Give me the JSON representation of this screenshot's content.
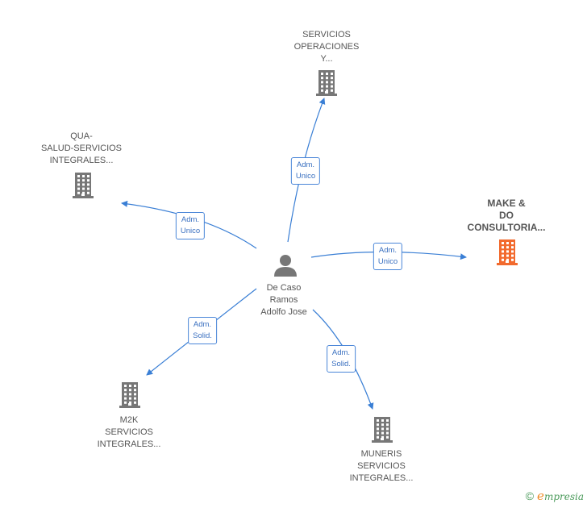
{
  "center": {
    "icon": "person-icon",
    "name_lines": [
      "De Caso",
      "Ramos",
      "Adolfo Jose"
    ]
  },
  "companies": [
    {
      "id": "servicios-operaciones",
      "icon": "building-icon",
      "color": "#777777",
      "highlight": false,
      "name_lines": [
        "SERVICIOS",
        "OPERACIONES",
        "Y..."
      ]
    },
    {
      "id": "qua-salud",
      "icon": "building-icon",
      "color": "#777777",
      "highlight": false,
      "name_lines": [
        "QUA-",
        "SALUD-SERVICIOS",
        "INTEGRALES..."
      ]
    },
    {
      "id": "make-do",
      "icon": "building-icon",
      "color": "#f26a2e",
      "highlight": true,
      "name_lines": [
        "MAKE &",
        "DO",
        "CONSULTORIA..."
      ]
    },
    {
      "id": "m2k",
      "icon": "building-icon",
      "color": "#777777",
      "highlight": false,
      "name_lines": [
        "M2K",
        "SERVICIOS",
        "INTEGRALES..."
      ]
    },
    {
      "id": "muneris",
      "icon": "building-icon",
      "color": "#777777",
      "highlight": false,
      "name_lines": [
        "MUNERIS",
        "SERVICIOS",
        "INTEGRALES..."
      ]
    }
  ],
  "edges": [
    {
      "to": "servicios-operaciones",
      "label_lines": [
        "Adm.",
        "Unico"
      ]
    },
    {
      "to": "qua-salud",
      "label_lines": [
        "Adm.",
        "Unico"
      ]
    },
    {
      "to": "make-do",
      "label_lines": [
        "Adm.",
        "Unico"
      ]
    },
    {
      "to": "m2k",
      "label_lines": [
        "Adm.",
        "Solid."
      ]
    },
    {
      "to": "muneris",
      "label_lines": [
        "Adm.",
        "Solid."
      ]
    }
  ],
  "colors": {
    "edge": "#3a7fd5",
    "person": "#777777"
  },
  "footer": {
    "copyright": "©",
    "brand_initial": "e",
    "brand_rest": "mpresia"
  }
}
